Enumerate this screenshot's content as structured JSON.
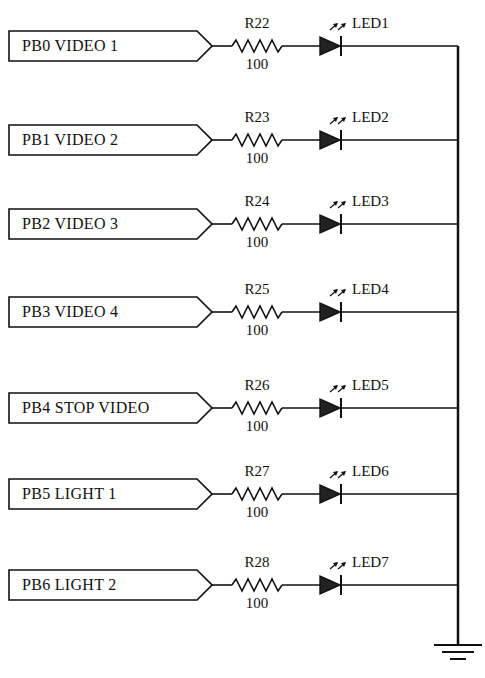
{
  "diagram": {
    "nodes": [
      {
        "text": [
          "PB0 VIDEO 1"
        ]
      },
      {
        "text": [
          "PB1 VIDEO 2"
        ]
      },
      {
        "text": [
          "PB2 VIDEO 3"
        ]
      },
      {
        "text": [
          "PB3 VIDEO 4"
        ]
      },
      {
        "text": [
          "PB4 STOP VIDEO"
        ]
      },
      {
        "text": [
          "PB5 LIGHT 1"
        ]
      },
      {
        "text": [
          "PB6 LIGHT 2"
        ]
      }
    ],
    "edges": [],
    "labels": [
      "R22",
      "100",
      "LED1",
      "R23",
      "100",
      "LED2",
      "R24",
      "100",
      "LED3",
      "R25",
      "100",
      "LED4",
      "R26",
      "100",
      "LED5",
      "R27",
      "100",
      "LED6",
      "R28",
      "100",
      "LED7"
    ]
  }
}
